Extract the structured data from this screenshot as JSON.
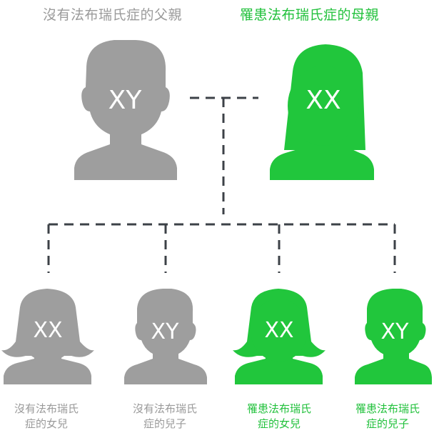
{
  "father": {
    "title": "沒有法布瑞氏症的父親",
    "chromosomes": "XY",
    "status": "unaffected",
    "sex": "male"
  },
  "mother": {
    "title": "罹患法布瑞氏症的母親",
    "chromosomes": "XX",
    "status": "affected",
    "sex": "female"
  },
  "children": [
    {
      "line1": "沒有法布瑞氏",
      "line2": "症的女兒",
      "chromosomes": "XX",
      "status": "unaffected",
      "sex": "female"
    },
    {
      "line1": "沒有法布瑞氏",
      "line2": "症的兒子",
      "chromosomes": "XY",
      "status": "unaffected",
      "sex": "male"
    },
    {
      "line1": "罹患法布瑞氏",
      "line2": "症的女兒",
      "chromosomes": "XX",
      "status": "affected",
      "sex": "female"
    },
    {
      "line1": "罹患法布瑞氏",
      "line2": "症的兒子",
      "chromosomes": "XY",
      "status": "affected",
      "sex": "male"
    }
  ],
  "colors": {
    "unaffected": "#9e9e9e",
    "affected": "#21c63c",
    "connector": "#3c4147",
    "unaffected_text": "#9a9a9a",
    "affected_text": "#22c13c"
  }
}
